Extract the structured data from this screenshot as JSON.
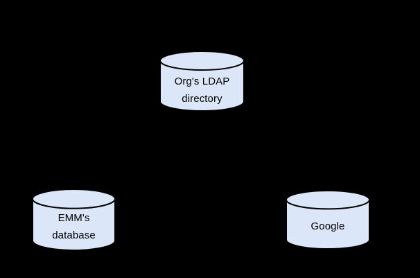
{
  "canvas": {
    "background_color": "#000000"
  },
  "diagram": {
    "nodes": [
      {
        "id": "org-ldap-directory",
        "shape": "cylinder",
        "lines": [
          "Org's LDAP",
          "directory"
        ]
      },
      {
        "id": "emm-database",
        "shape": "cylinder",
        "lines": [
          "EMM's",
          "database"
        ]
      },
      {
        "id": "google",
        "shape": "cylinder",
        "lines": [
          "Google"
        ]
      }
    ],
    "style": {
      "node_fill": "#dbe6f8",
      "node_stroke": "#000000",
      "label_color": "#000000"
    }
  }
}
